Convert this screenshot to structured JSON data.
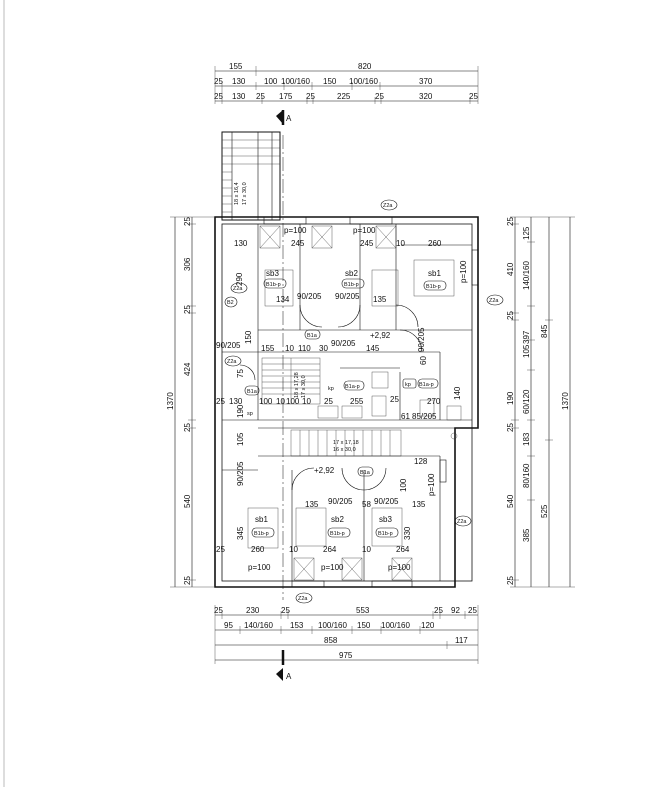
{
  "section_marker": "A",
  "dims_top": {
    "row1": [
      "155",
      "820"
    ],
    "row2": [
      "25",
      "130",
      "100",
      "100/160",
      "150",
      "100/160",
      "370"
    ],
    "row3": [
      "25",
      "130",
      "25",
      "175",
      "25",
      "225",
      "25",
      "320",
      "25"
    ]
  },
  "dims_bottom": {
    "row1": [
      "25",
      "230",
      "25",
      "553",
      "25",
      "92",
      "25"
    ],
    "row2": [
      "95",
      "140/160",
      "153",
      "100/160",
      "150",
      "100/160",
      "120"
    ],
    "row3": [
      "858",
      "117"
    ],
    "row4": [
      "975"
    ]
  },
  "dims_left": {
    "segments": [
      "25",
      "306",
      "25",
      "424",
      "25",
      "540",
      "25"
    ],
    "total": "1370"
  },
  "dims_right": {
    "col1": [
      "25",
      "410",
      "25",
      "190",
      "25",
      "540",
      "25"
    ],
    "col2": [
      "125",
      "140/160",
      "105",
      "60/120",
      "183",
      "80/160",
      "385"
    ],
    "col3": [
      "397",
      "525"
    ],
    "col4_a": "845",
    "total": "1370"
  },
  "stair": {
    "top_dims": "18 x 16,4",
    "top_dims2": "17 x 30,0",
    "mid": "17 x 17,18",
    "mid2": "16 x 30,0",
    "lower": "18 x 17,28",
    "lower2": "17 x 30,0"
  },
  "tags": {
    "z2a": "Z2a",
    "b2": "B2",
    "b1a": "B1a",
    "b1bp": "B1b-p",
    "b1ap": "B1a-p",
    "kp": "kp",
    "sp": "sp"
  },
  "rooms_upper": {
    "sb3": "sb3",
    "sb2": "sb2",
    "sb1": "sb1",
    "p100": "p=100",
    "w245a": "245",
    "w245b": "245",
    "w260": "260",
    "w130": "130",
    "w10": "10",
    "d134": "134",
    "d135": "135",
    "d90205": "90/205",
    "h290": "290",
    "level": "+2,92",
    "d155": "155",
    "d110": "110",
    "d30": "30",
    "d145": "145"
  },
  "rooms_mid": {
    "d100": "100",
    "d10": "10",
    "d255": "255",
    "d270": "270",
    "d140": "140",
    "d61": "61",
    "d85205": "85/205",
    "d25": "25",
    "d190": "190",
    "d105": "105",
    "d128": "128",
    "d60": "60",
    "d75": "75",
    "d150": "150"
  },
  "rooms_lower": {
    "sb1": "sb1",
    "sb2": "sb2",
    "sb3": "sb3",
    "level": "+2,92",
    "d345": "345",
    "d260": "260",
    "d264": "264",
    "d330": "330",
    "d135": "135",
    "d58": "58"
  }
}
